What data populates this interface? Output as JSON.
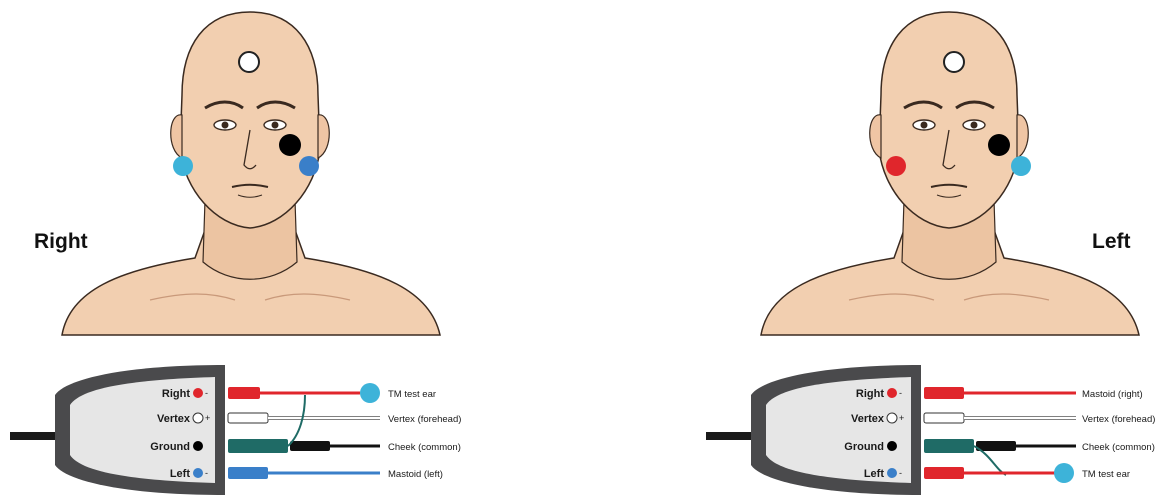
{
  "panels": [
    {
      "title": "Right",
      "scalp_electrodes": {
        "vertex": {
          "color": "#ffffff"
        },
        "cheek": {
          "color": "#000000"
        },
        "ear_left_of_image": {
          "color": "#3db3d9"
        },
        "ear_right_of_image": {
          "color": "#3a7fc9"
        }
      },
      "device": {
        "inputs": [
          {
            "label": "Right",
            "color": "#e0262c",
            "sign": "-"
          },
          {
            "label": "Vertex",
            "color": "#ffffff",
            "sign": "+"
          },
          {
            "label": "Ground",
            "color": "#000000",
            "sign": ""
          },
          {
            "label": "Left",
            "color": "#3a7fc9",
            "sign": "-"
          }
        ],
        "leads": [
          {
            "label": "TM test ear",
            "color": "#e0262c"
          },
          {
            "label": "Vertex (forehead)",
            "color": "#ffffff"
          },
          {
            "label": "Cheek (common)",
            "color": "#000000"
          },
          {
            "label": "Mastoid (left)",
            "color": "#3a7fc9"
          }
        ]
      }
    },
    {
      "title": "Left",
      "scalp_electrodes": {
        "vertex": {
          "color": "#ffffff"
        },
        "cheek": {
          "color": "#000000"
        },
        "ear_left_of_image": {
          "color": "#e0262c"
        },
        "ear_right_of_image": {
          "color": "#3db3d9"
        }
      },
      "device": {
        "inputs": [
          {
            "label": "Right",
            "color": "#e0262c",
            "sign": "-"
          },
          {
            "label": "Vertex",
            "color": "#ffffff",
            "sign": "+"
          },
          {
            "label": "Ground",
            "color": "#000000",
            "sign": ""
          },
          {
            "label": "Left",
            "color": "#3a7fc9",
            "sign": "-"
          }
        ],
        "leads": [
          {
            "label": "Mastoid (right)",
            "color": "#e0262c"
          },
          {
            "label": "Vertex (forehead)",
            "color": "#ffffff"
          },
          {
            "label": "Cheek (common)",
            "color": "#000000"
          },
          {
            "label": "TM test ear",
            "color": "#e0262c"
          }
        ]
      }
    }
  ],
  "colors": {
    "skin": "#f2cfb0",
    "skin_shadow": "#e3b38f",
    "outline": "#3a2a20",
    "tm_electrode": "#3db3d9",
    "ground_teal": "#1f6b66",
    "device_body": "#4a4a4c",
    "device_face": "#e6e6e6"
  }
}
